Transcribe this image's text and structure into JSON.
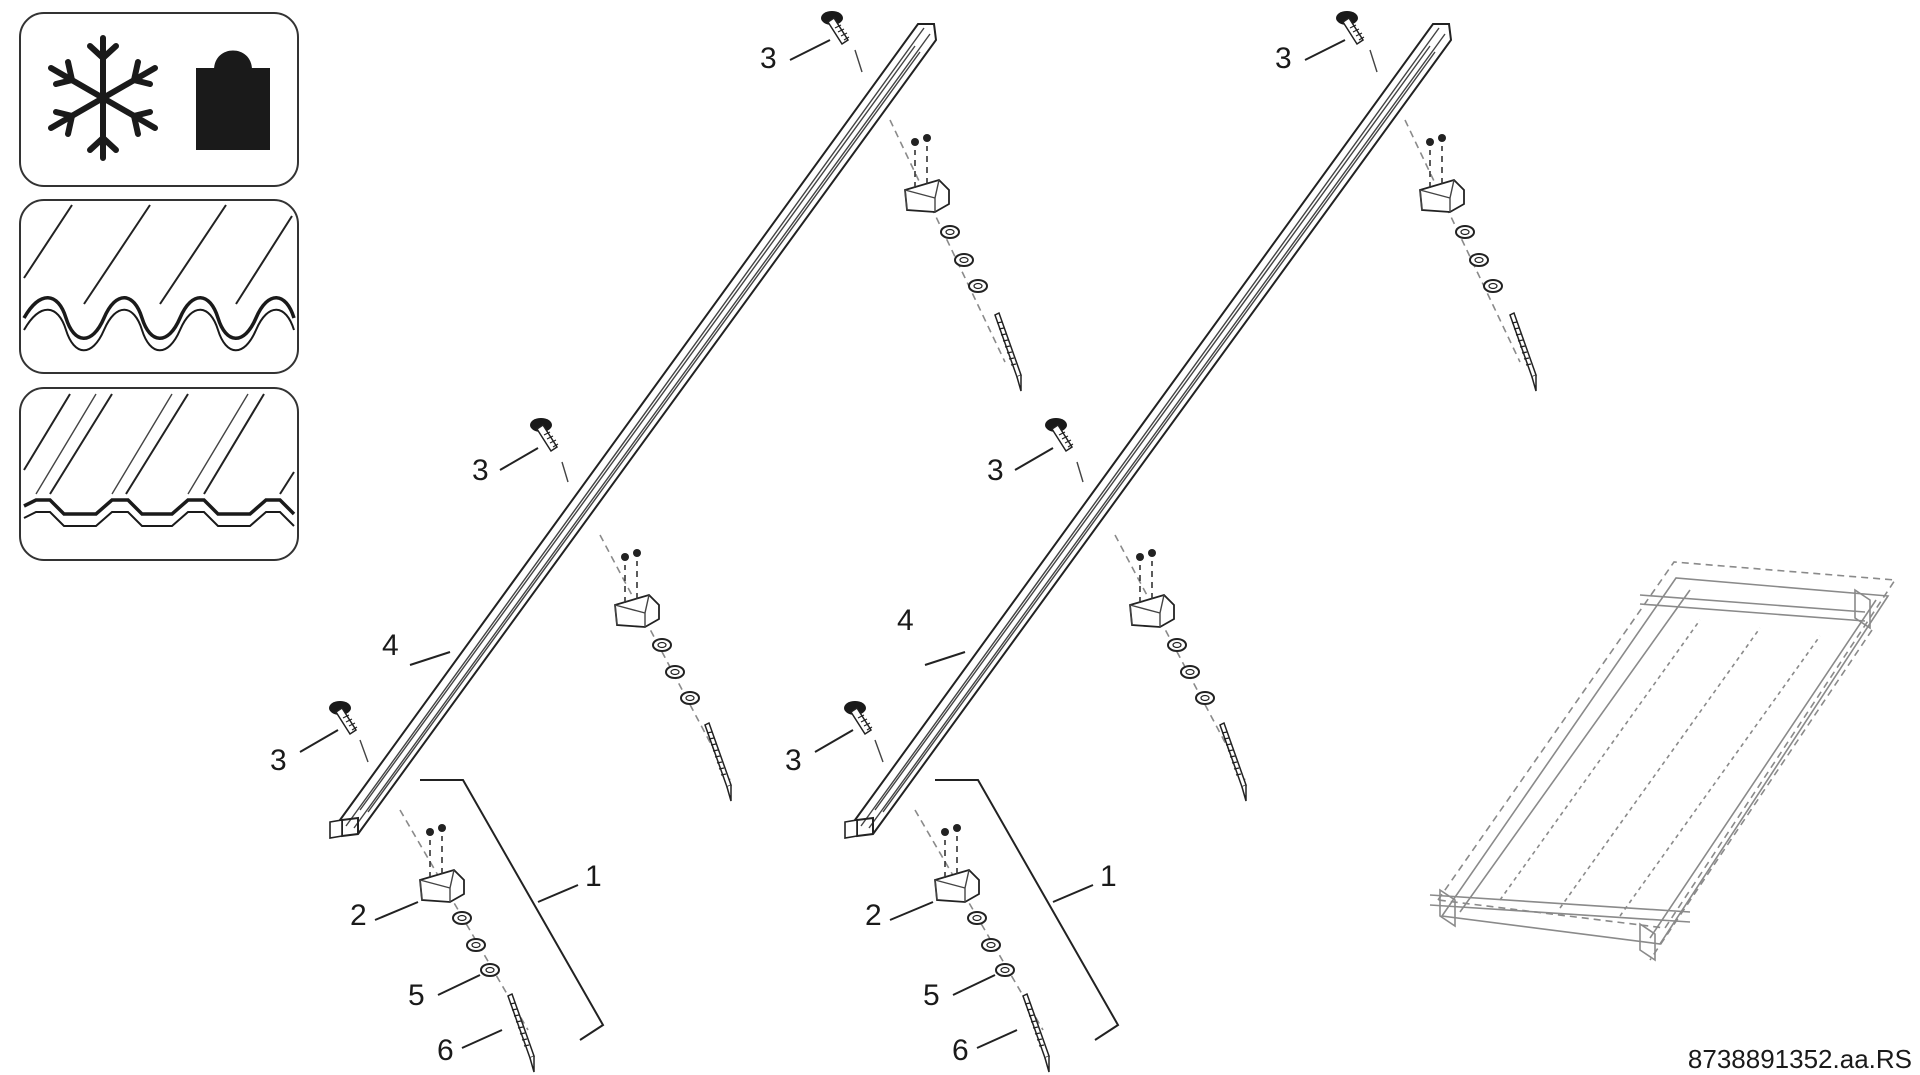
{
  "icons": [
    {
      "name": "snowflake-icon"
    },
    {
      "name": "weight-icon"
    },
    {
      "name": "corrugated-roof-icon"
    },
    {
      "name": "trapezoidal-roof-icon"
    }
  ],
  "assemblies": [
    {
      "name": "left-assembly",
      "labels": {
        "kit": "1",
        "clamp": "2",
        "screw_top": "3",
        "screw_mid": "3",
        "screw_bottom": "3",
        "rail": "4",
        "washer": "5",
        "bolt": "6"
      }
    },
    {
      "name": "right-assembly",
      "labels": {
        "kit": "1",
        "clamp": "2",
        "screw_top": "3",
        "screw_mid": "3",
        "screw_bottom": "3",
        "rail": "4",
        "washer": "5",
        "bolt": "6"
      }
    }
  ],
  "drawing_code": "8738891352.aa.RS"
}
